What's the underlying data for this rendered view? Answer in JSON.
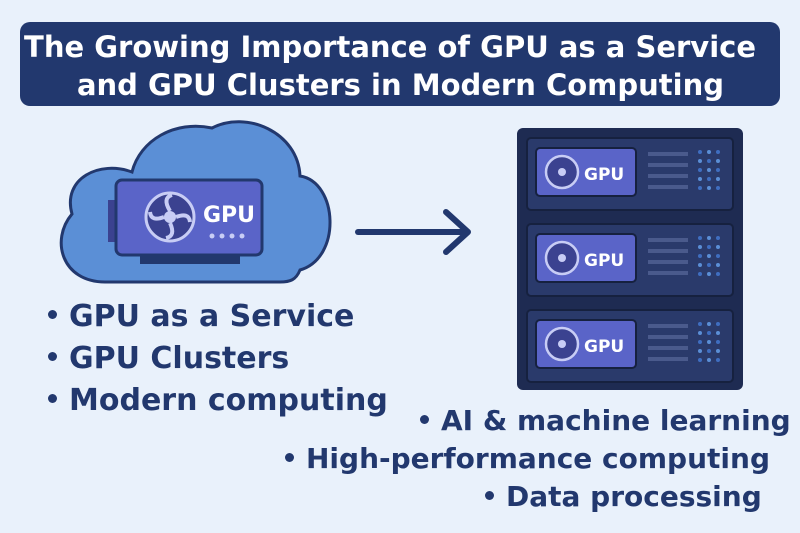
{
  "title": {
    "line1": "The Growing Importance of GPU as a Service",
    "line2": "and GPU Clusters in Modern Computing"
  },
  "cloud_gpu": {
    "label": "GPU",
    "icon": "gpu-card-icon"
  },
  "arrow": {
    "icon": "arrow-right-icon"
  },
  "server_rack": {
    "icon": "server-rack-icon",
    "units": [
      {
        "label": "GPU"
      },
      {
        "label": "GPU"
      },
      {
        "label": "GPU"
      }
    ]
  },
  "left_bullets": [
    "GPU as a Service",
    "GPU Clusters",
    "Modern computing"
  ],
  "right_bullets": [
    "AI & machine learning",
    "High-performance computing",
    "Data processing"
  ],
  "colors": {
    "background": "#e9f1fb",
    "navy": "#22386e",
    "cloud": "#5b8fd6",
    "gpu_card": "#5a64c8",
    "rack": "#1e2b52"
  }
}
